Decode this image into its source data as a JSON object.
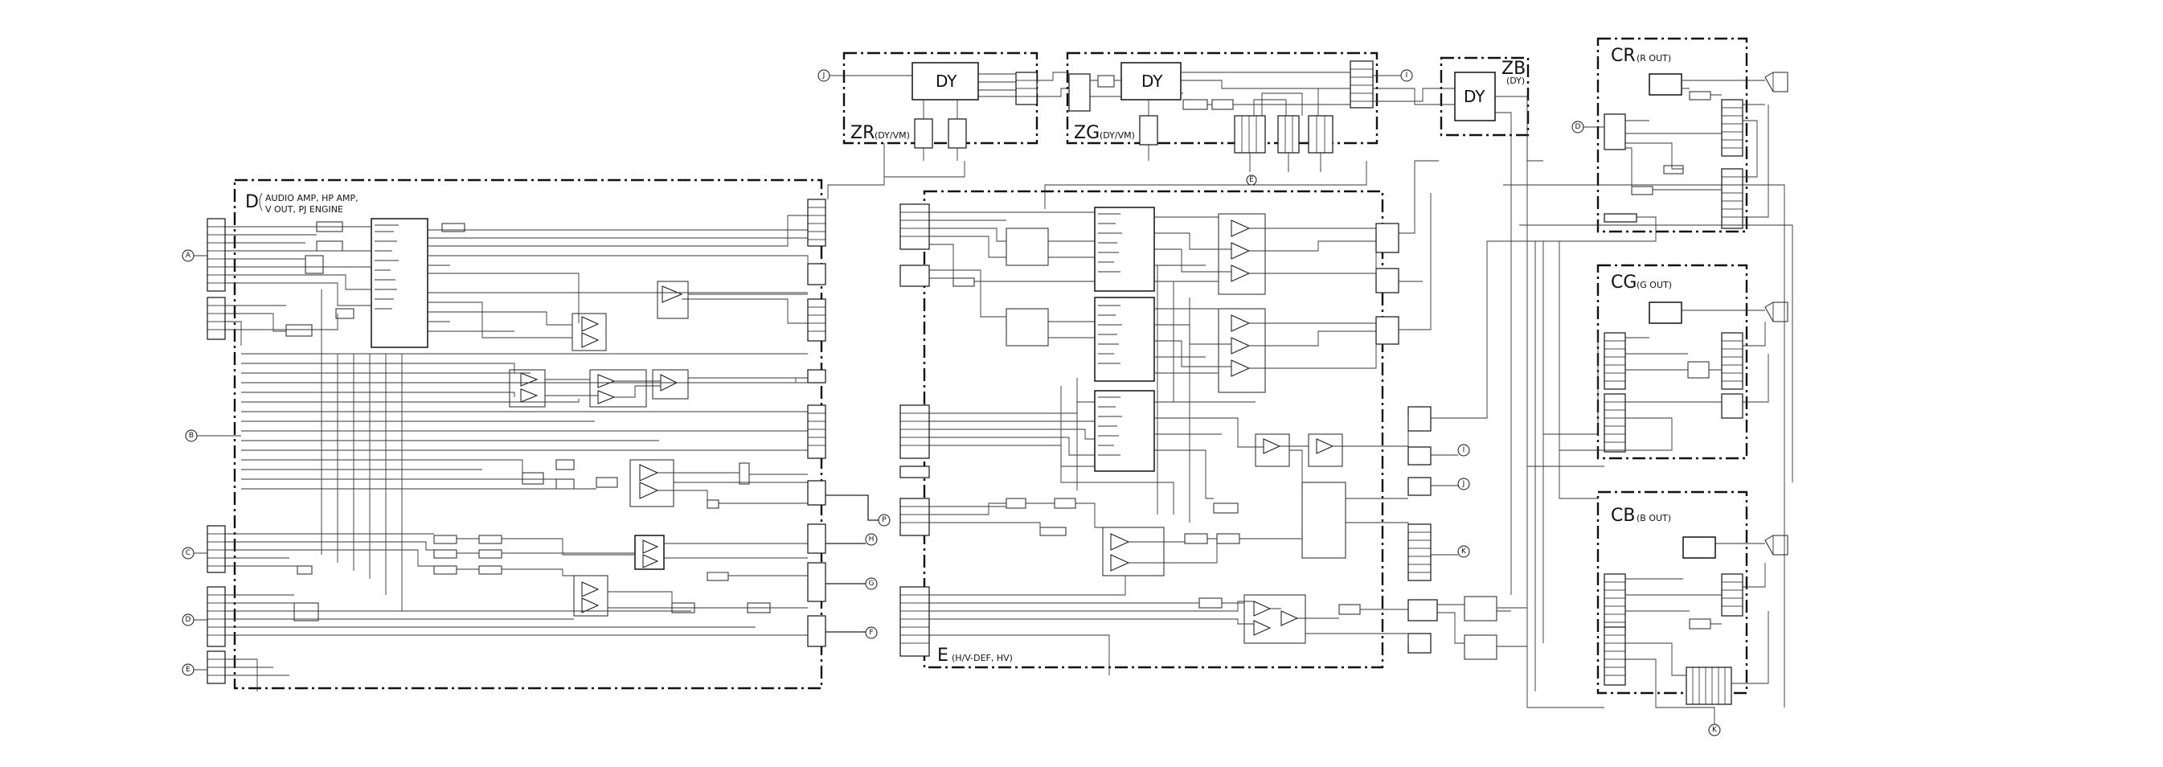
{
  "boards": {
    "d": {
      "letter": "D",
      "line1": "AUDIO AMP, HP AMP,",
      "line2": "V OUT, PJ ENGINE"
    },
    "e": {
      "letter": "E",
      "sub": "(H/V-DEF, HV)"
    },
    "zr": {
      "letter": "ZR",
      "sub": "(DY/VM)"
    },
    "zg": {
      "letter": "ZG",
      "sub": "(DY/VM)"
    },
    "zb": {
      "letter": "ZB",
      "sub": "(DY)"
    },
    "cr": {
      "letter": "CR",
      "sub": "(R OUT)"
    },
    "cg": {
      "letter": "CG",
      "sub": "(G OUT)"
    },
    "cb": {
      "letter": "CB",
      "sub": "(B OUT)"
    }
  },
  "dy_label": "DY",
  "connectors": {
    "A": "A",
    "B": "B",
    "C": "C",
    "D": "D",
    "E": "E",
    "F": "F",
    "G": "G",
    "H": "H",
    "I": "I",
    "J": "J",
    "K": "K",
    "P": "P"
  },
  "colors": {
    "ink": "#111111",
    "background": "#ffffff"
  }
}
